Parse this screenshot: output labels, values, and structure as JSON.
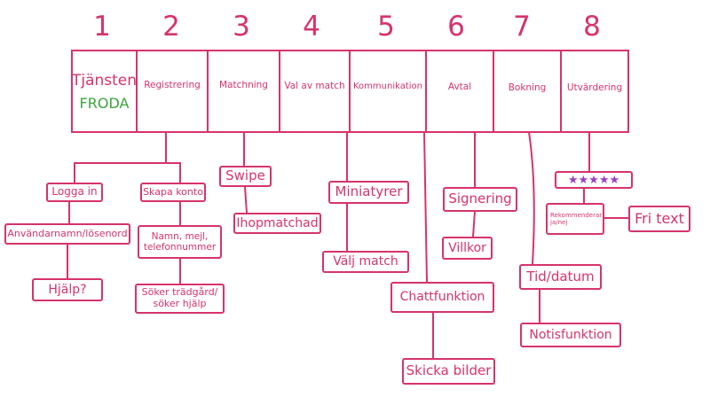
{
  "steps": [
    {
      "number": "1",
      "label": "Tjänsten",
      "sublabel": "FRODA"
    },
    {
      "number": "2",
      "label": "Registrering"
    },
    {
      "number": "3",
      "label": "Matchning"
    },
    {
      "number": "4",
      "label": "Val av match"
    },
    {
      "number": "5",
      "label": "Kommunikation"
    },
    {
      "number": "6",
      "label": "Avtal"
    },
    {
      "number": "7",
      "label": "Bokning"
    },
    {
      "number": "8",
      "label": "Utvärdering"
    }
  ],
  "nodes": {
    "logga_in": "Logga in",
    "anvandarnamn": "Användarnamn/lösenord",
    "hjalp": "Hjälp?",
    "skapa_konto": "Skapa konto",
    "namn_mejl": "Namn, mejl, telefonnummer",
    "soker": "Söker trädgård/ söker hjälp",
    "swipe": "Swipe",
    "ihopmatchad": "Ihopmatchad",
    "miniatyrer": "Miniatyrer",
    "valj_match": "Välj match",
    "chattfunktion": "Chattfunktion",
    "skicka_bilder": "Skicka bilder",
    "signering": "Signering",
    "villkor": "Villkor",
    "tid_datum": "Tid/datum",
    "notisfunktion": "Notisfunktion",
    "rating_stars": "★★★★★",
    "rekommenderar": "Rekommenderar ja/nej",
    "fri_text": "Fri text"
  },
  "colors": {
    "ink": "#d6336c",
    "accent_green": "#3aa53a",
    "stars": "#9b3fc0"
  }
}
